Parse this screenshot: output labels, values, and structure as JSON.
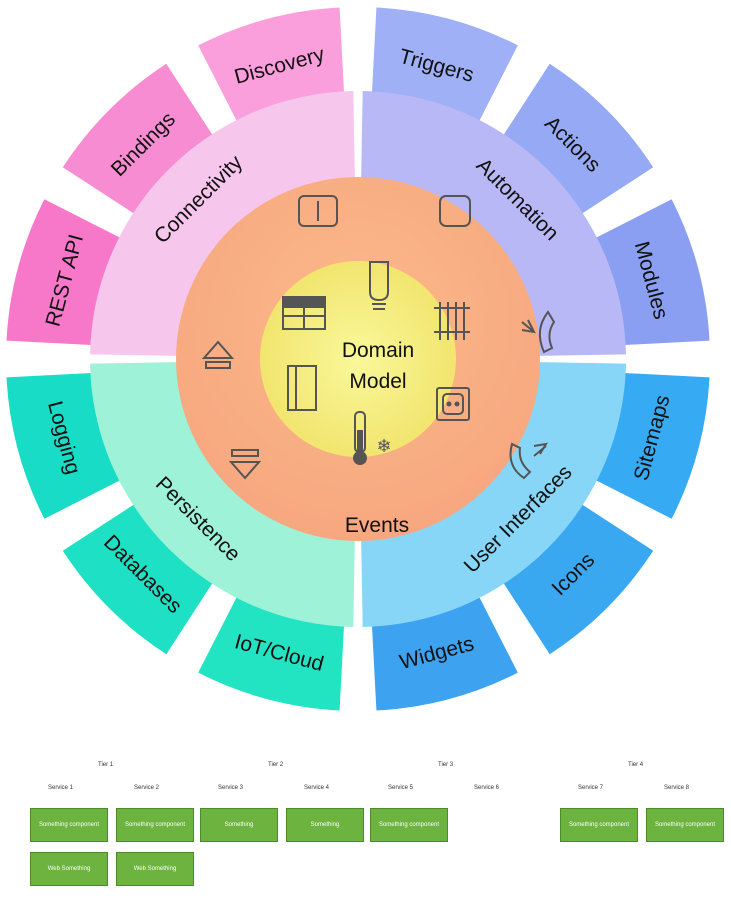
{
  "wheel": {
    "center": {
      "line1": "Domain",
      "line2": "Model"
    },
    "events_label": "Events",
    "segments": [
      {
        "label": "Connectivity",
        "color": "#f7c6ec",
        "outer": [
          {
            "label": "REST API",
            "color": "#f778c8"
          },
          {
            "label": "Bindings",
            "color": "#f88cd2"
          },
          {
            "label": "Discovery",
            "color": "#fa9fdb"
          }
        ]
      },
      {
        "label": "Automation",
        "color": "#b9b8f7",
        "outer": [
          {
            "label": "Triggers",
            "color": "#9fb0f6"
          },
          {
            "label": "Actions",
            "color": "#95a9f4"
          },
          {
            "label": "Modules",
            "color": "#8b9ff2"
          }
        ]
      },
      {
        "label": "User Interfaces",
        "color": "#88d6f7",
        "outer": [
          {
            "label": "Sitemaps",
            "color": "#36aaf2"
          },
          {
            "label": "Icons",
            "color": "#3aa7f1"
          },
          {
            "label": "Widgets",
            "color": "#3da3f0"
          }
        ]
      },
      {
        "label": "Persistence",
        "color": "#9ef2d8",
        "outer": [
          {
            "label": "IoT/Cloud",
            "color": "#22e4c2"
          },
          {
            "label": "Databases",
            "color": "#1ee0c4"
          },
          {
            "label": "Logging",
            "color": "#19dcc6"
          }
        ]
      }
    ],
    "icons": [
      "switch-icon",
      "button-icon",
      "lightbulb-icon",
      "blinds-icon",
      "radiator-icon",
      "phone-out-icon",
      "door-icon",
      "socket-icon",
      "thermometer-icon",
      "phone-in-icon",
      "upload-icon",
      "download-icon"
    ]
  },
  "tiers": [
    {
      "title": "Tier 1",
      "cols": [
        "Service 1",
        "Service 2"
      ],
      "boxes": [
        "Something component",
        "Something component",
        "Web Something",
        "Web Something"
      ]
    },
    {
      "title": "Tier 2",
      "cols": [
        "Service 3",
        "Service 4"
      ],
      "boxes": [
        "Something",
        "Something"
      ]
    },
    {
      "title": "Tier 3",
      "cols": [
        "Service 5",
        "Service 6"
      ],
      "boxes": [
        "Something component"
      ]
    },
    {
      "title": "Tier 4",
      "cols": [
        "Service 7",
        "Service 8"
      ],
      "boxes": [
        "Something component",
        "Something component"
      ]
    }
  ]
}
